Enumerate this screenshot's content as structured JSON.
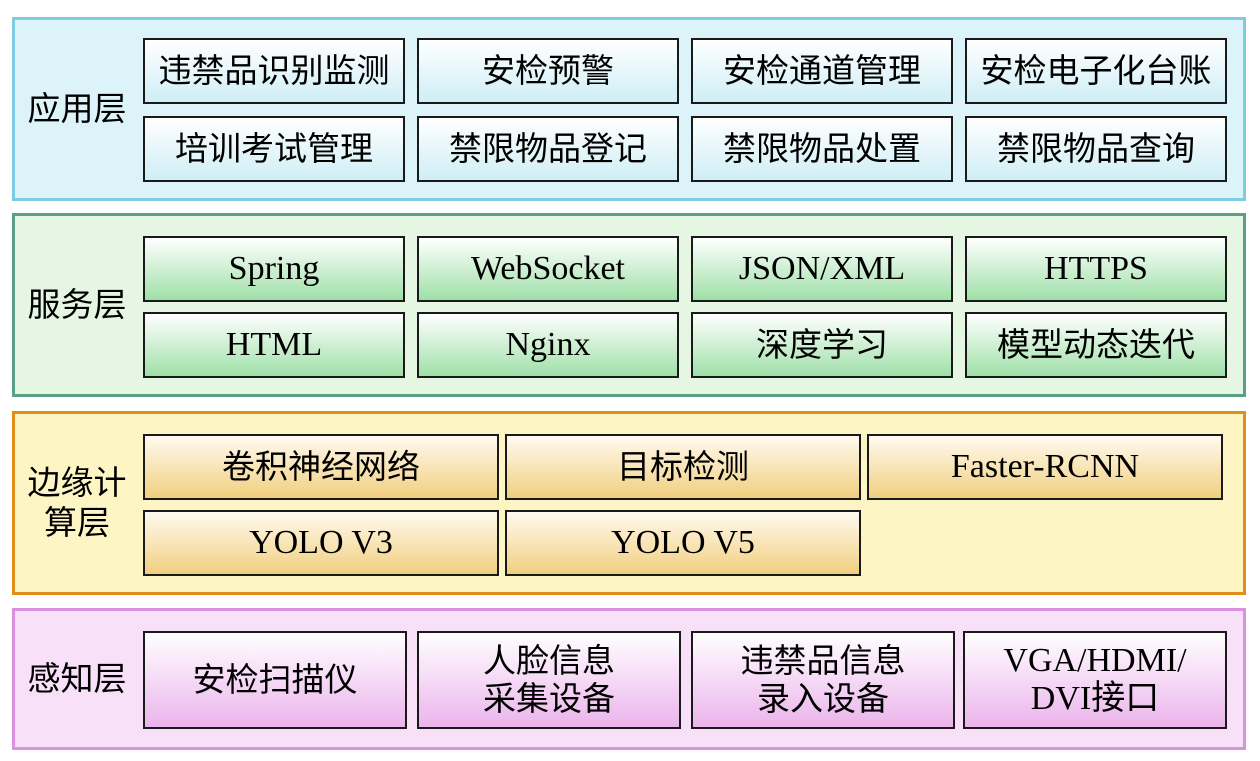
{
  "layers": [
    {
      "label": "应用层",
      "boxes": [
        "违禁品识别监测",
        "安检预警",
        "安检通道管理",
        "安检电子化台账",
        "培训考试管理",
        "禁限物品登记",
        "禁限物品处置",
        "禁限物品查询"
      ]
    },
    {
      "label": "服务层",
      "boxes": [
        "Spring",
        "WebSocket",
        "JSON/XML",
        "HTTPS",
        "HTML",
        "Nginx",
        "深度学习",
        "模型动态迭代"
      ]
    },
    {
      "label": "边缘计\n算层",
      "boxes": [
        "卷积神经网络",
        "目标检测",
        "Faster-RCNN",
        "YOLO V3",
        "YOLO V5"
      ]
    },
    {
      "label": "感知层",
      "boxes": [
        "安检扫描仪",
        "人脸信息\n采集设备",
        "违禁品信息\n录入设备",
        "VGA/HDMI/\nDVI接口"
      ]
    }
  ]
}
